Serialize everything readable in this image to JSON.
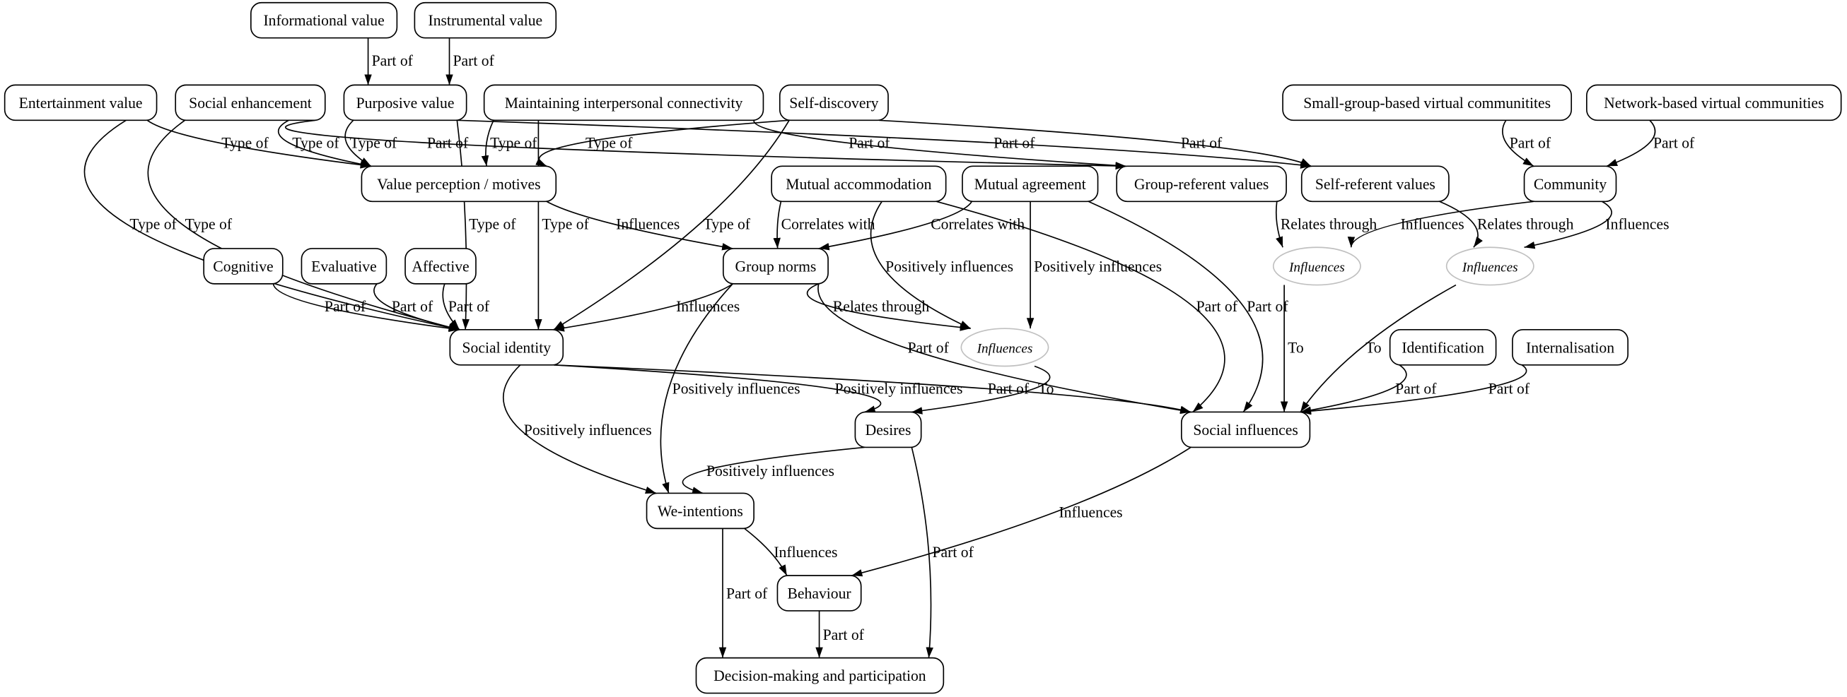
{
  "nodes": [
    {
      "id": "informational",
      "label": "Informational value",
      "shape": "box"
    },
    {
      "id": "instrumental",
      "label": "Instrumental value",
      "shape": "box"
    },
    {
      "id": "entertainment",
      "label": "Entertainment value",
      "shape": "box"
    },
    {
      "id": "social_enh",
      "label": "Social enhancement",
      "shape": "box"
    },
    {
      "id": "purposive",
      "label": "Purposive value",
      "shape": "box"
    },
    {
      "id": "maintaining",
      "label": "Maintaining interpersonal connectivity",
      "shape": "box"
    },
    {
      "id": "self_disc",
      "label": "Self-discovery",
      "shape": "box"
    },
    {
      "id": "small_group",
      "label": "Small-group-based virtual communitites",
      "shape": "box"
    },
    {
      "id": "network",
      "label": "Network-based virtual communities",
      "shape": "box"
    },
    {
      "id": "value_perc",
      "label": "Value perception / motives",
      "shape": "box"
    },
    {
      "id": "mutual_acc",
      "label": "Mutual accommodation",
      "shape": "box"
    },
    {
      "id": "mutual_agr",
      "label": "Mutual agreement",
      "shape": "box"
    },
    {
      "id": "group_ref",
      "label": "Group-referent values",
      "shape": "box"
    },
    {
      "id": "self_ref",
      "label": "Self-referent values",
      "shape": "box"
    },
    {
      "id": "community",
      "label": "Community",
      "shape": "box"
    },
    {
      "id": "cognitive",
      "label": "Cognitive",
      "shape": "box"
    },
    {
      "id": "evaluative",
      "label": "Evaluative",
      "shape": "box"
    },
    {
      "id": "affective",
      "label": "Affective",
      "shape": "box"
    },
    {
      "id": "group_norms",
      "label": "Group norms",
      "shape": "box"
    },
    {
      "id": "infl1",
      "label": "Influences",
      "shape": "ellipse"
    },
    {
      "id": "infl2",
      "label": "Influences",
      "shape": "ellipse"
    },
    {
      "id": "social_id",
      "label": "Social identity",
      "shape": "box"
    },
    {
      "id": "infl3",
      "label": "Influences",
      "shape": "ellipse"
    },
    {
      "id": "identification",
      "label": "Identification",
      "shape": "box"
    },
    {
      "id": "internalisation",
      "label": "Internalisation",
      "shape": "box"
    },
    {
      "id": "desires",
      "label": "Desires",
      "shape": "box"
    },
    {
      "id": "social_infl",
      "label": "Social influences",
      "shape": "box"
    },
    {
      "id": "we_int",
      "label": "We-intentions",
      "shape": "box"
    },
    {
      "id": "behaviour",
      "label": "Behaviour",
      "shape": "box"
    },
    {
      "id": "decision",
      "label": "Decision-making and participation",
      "shape": "box"
    }
  ],
  "edges": [
    {
      "from": "informational",
      "to": "purposive",
      "label": "Part of"
    },
    {
      "from": "instrumental",
      "to": "purposive",
      "label": "Part of"
    },
    {
      "from": "entertainment",
      "to": "value_perc",
      "label": "Type of"
    },
    {
      "from": "social_enh",
      "to": "value_perc",
      "label": "Type of"
    },
    {
      "from": "purposive",
      "to": "value_perc",
      "label": "Type of"
    },
    {
      "from": "maintaining",
      "to": "value_perc",
      "label": "Type of"
    },
    {
      "from": "self_disc",
      "to": "value_perc",
      "label": "Type of"
    },
    {
      "from": "social_enh",
      "to": "group_ref",
      "label": "Part of"
    },
    {
      "from": "maintaining",
      "to": "group_ref",
      "label": "Part of"
    },
    {
      "from": "purposive",
      "to": "self_ref",
      "label": "Part of"
    },
    {
      "from": "self_disc",
      "to": "self_ref",
      "label": "Part of"
    },
    {
      "from": "entertainment",
      "to": "social_id",
      "label": "Type of"
    },
    {
      "from": "social_enh",
      "to": "social_id",
      "label": "Type of"
    },
    {
      "from": "purposive",
      "to": "social_id",
      "label": "Type of"
    },
    {
      "from": "maintaining",
      "to": "social_id",
      "label": "Type of"
    },
    {
      "from": "self_disc",
      "to": "social_id",
      "label": "Type of"
    },
    {
      "from": "value_perc",
      "to": "group_norms",
      "label": "Influences"
    },
    {
      "from": "mutual_acc",
      "to": "group_norms",
      "label": "Correlates with"
    },
    {
      "from": "mutual_agr",
      "to": "group_norms",
      "label": "Correlates with"
    },
    {
      "from": "mutual_acc",
      "to": "infl3",
      "label": "Positively influences"
    },
    {
      "from": "mutual_agr",
      "to": "infl3",
      "label": "Positively influences"
    },
    {
      "from": "mutual_acc",
      "to": "social_infl",
      "label": "Part of"
    },
    {
      "from": "mutual_agr",
      "to": "social_infl",
      "label": "Part of"
    },
    {
      "from": "group_ref",
      "to": "infl1",
      "label": "Relates through"
    },
    {
      "from": "community",
      "to": "infl1",
      "label": "Influences"
    },
    {
      "from": "self_ref",
      "to": "infl2",
      "label": "Relates through"
    },
    {
      "from": "community",
      "to": "infl2",
      "label": "Influences"
    },
    {
      "from": "small_group",
      "to": "community",
      "label": "Part of"
    },
    {
      "from": "network",
      "to": "community",
      "label": "Part of"
    },
    {
      "from": "cognitive",
      "to": "social_id",
      "label": "Part of"
    },
    {
      "from": "evaluative",
      "to": "social_id",
      "label": "Part of"
    },
    {
      "from": "affective",
      "to": "social_id",
      "label": "Part of"
    },
    {
      "from": "group_norms",
      "to": "social_id",
      "label": "Influences"
    },
    {
      "from": "group_norms",
      "to": "infl3",
      "label": "Relates through"
    },
    {
      "from": "group_norms",
      "to": "we_int",
      "label": "Positively influences"
    },
    {
      "from": "group_norms",
      "to": "social_infl",
      "label": "Part of"
    },
    {
      "from": "social_id",
      "to": "social_infl",
      "label": "Part of"
    },
    {
      "from": "infl3",
      "to": "desires",
      "label": "To"
    },
    {
      "from": "infl1",
      "to": "social_infl",
      "label": "To"
    },
    {
      "from": "infl2",
      "to": "social_infl",
      "label": "To"
    },
    {
      "from": "identification",
      "to": "social_infl",
      "label": "Part of"
    },
    {
      "from": "internalisation",
      "to": "social_infl",
      "label": "Part of"
    },
    {
      "from": "social_id",
      "to": "desires",
      "label": "Positively influences"
    },
    {
      "from": "social_id",
      "to": "we_int",
      "label": "Positively influences"
    },
    {
      "from": "desires",
      "to": "we_int",
      "label": "Positively influences"
    },
    {
      "from": "social_infl",
      "to": "behaviour",
      "label": "Influences"
    },
    {
      "from": "we_int",
      "to": "behaviour",
      "label": "Influences"
    },
    {
      "from": "we_int",
      "to": "decision",
      "label": "Part of"
    },
    {
      "from": "desires",
      "to": "decision",
      "label": "Part of"
    },
    {
      "from": "behaviour",
      "to": "decision",
      "label": "Part of"
    }
  ]
}
